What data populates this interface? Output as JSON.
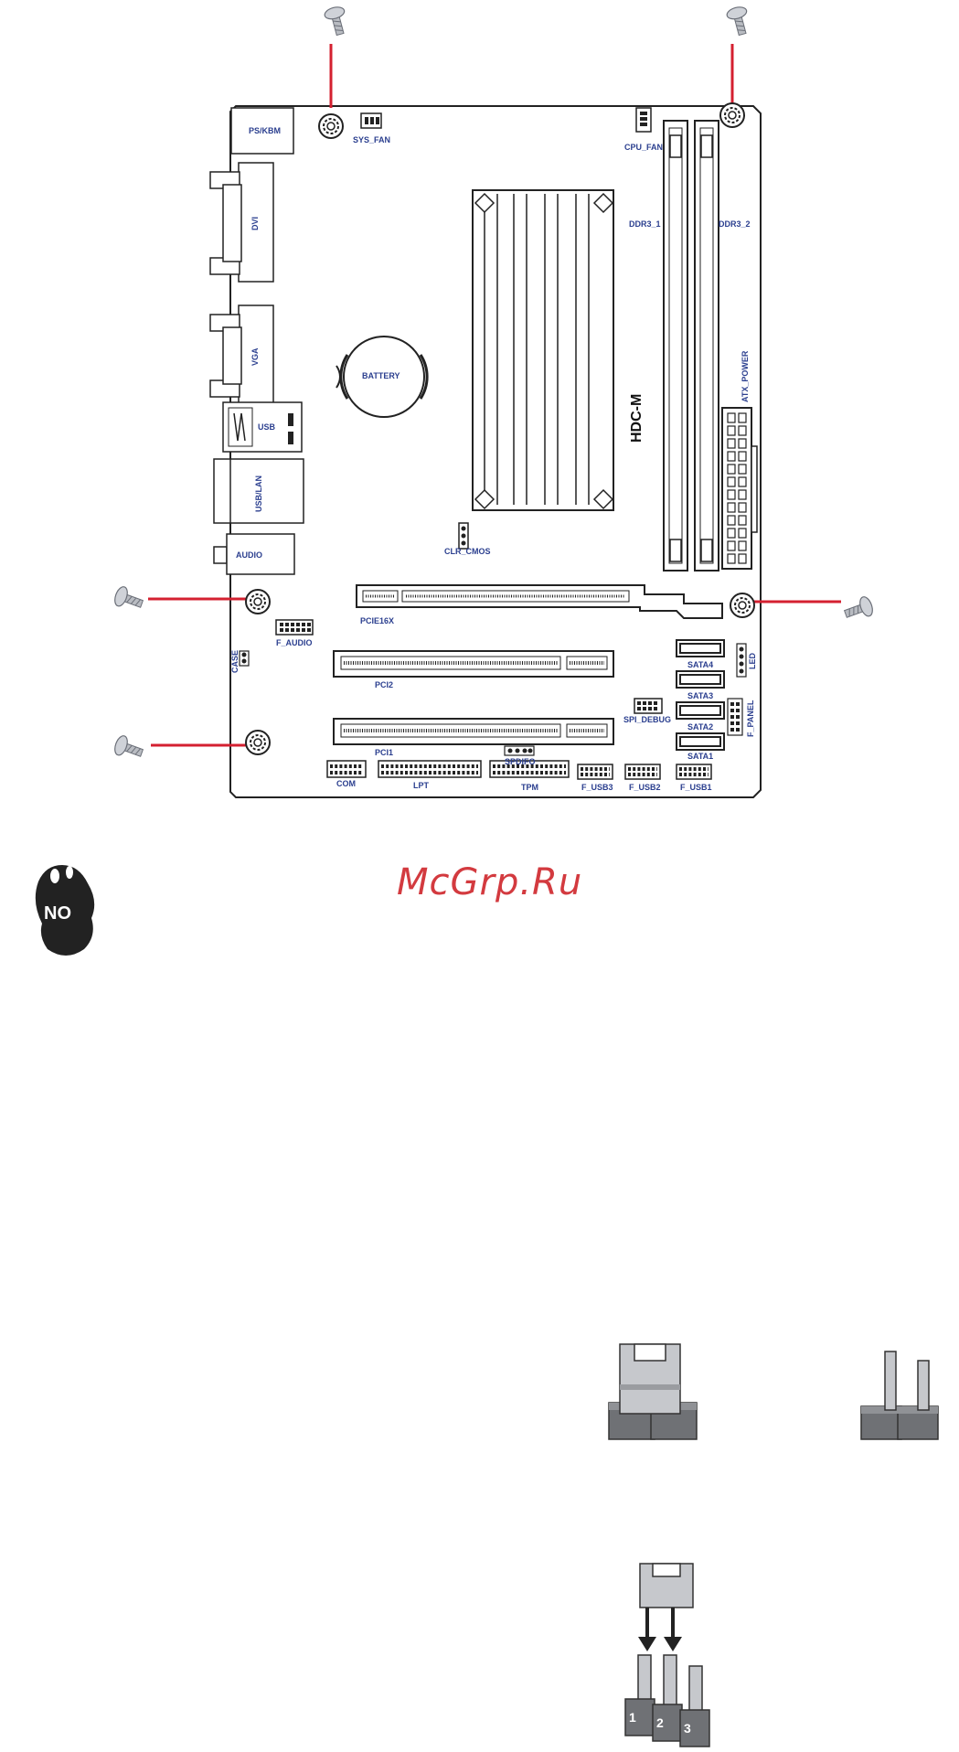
{
  "board": {
    "model": "HDC-M",
    "labels": {
      "ps2": "PS/KBM",
      "sys_fan": "SYS_FAN",
      "cpu_fan": "CPU_FAN",
      "dvi": "DVI",
      "vga": "VGA",
      "usb": "USB",
      "usblan": "USB/LAN",
      "audio": "AUDIO",
      "battery": "BATTERY",
      "clr_cmos": "CLR_CMOS",
      "ddr3_1": "DDR3_1",
      "ddr3_2": "DDR3_2",
      "atx_power": "ATX_POWER",
      "pcie16x": "PCIE16X",
      "pci2": "PCI2",
      "pci1": "PCI1",
      "f_audio": "F_AUDIO",
      "case": "CASE",
      "spi_debug": "SPI_DEBUG",
      "spdifo": "SPDIFO",
      "sata4": "SATA4",
      "sata3": "SATA3",
      "sata2": "SATA2",
      "sata1": "SATA1",
      "led": "LED",
      "f_panel": "F_PANEL",
      "com": "COM",
      "lpt": "LPT",
      "tpm": "TPM",
      "f_usb3": "F_USB3",
      "f_usb2": "F_USB2",
      "f_usb1": "F_USB1"
    }
  },
  "no_icon_text": "NO",
  "watermark": "McGrp.Ru",
  "jumper_pins": [
    "1",
    "2",
    "3"
  ],
  "colors": {
    "label": "#2b3f8f",
    "screw_line": "#d42030",
    "watermark": "#d33a3f"
  }
}
